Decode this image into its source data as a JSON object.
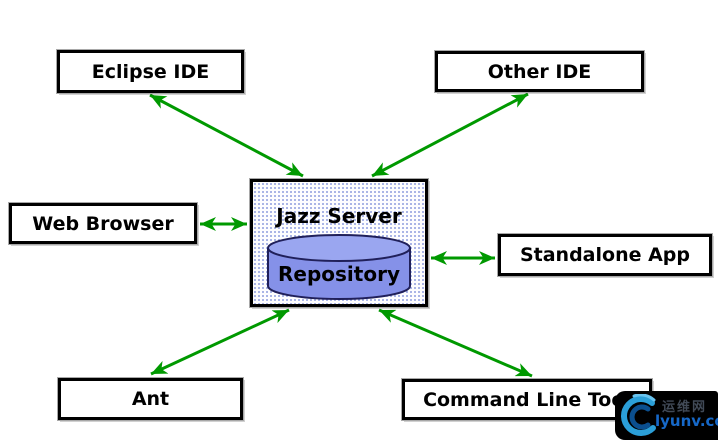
{
  "diagram": {
    "center": {
      "title": "Jazz Server",
      "repository_label": "Repository"
    },
    "nodes": {
      "eclipse_ide": {
        "label": "Eclipse IDE"
      },
      "other_ide": {
        "label": "Other IDE"
      },
      "web_browser": {
        "label": "Web Browser"
      },
      "standalone_app": {
        "label": "Standalone App"
      },
      "ant": {
        "label": "Ant"
      },
      "command_line_tool": {
        "label": "Command Line Tool"
      }
    },
    "connections": [
      {
        "from": "eclipse_ide",
        "to": "jazz_server",
        "bidirectional": true
      },
      {
        "from": "other_ide",
        "to": "jazz_server",
        "bidirectional": true
      },
      {
        "from": "web_browser",
        "to": "jazz_server",
        "bidirectional": true
      },
      {
        "from": "standalone_app",
        "to": "jazz_server",
        "bidirectional": true
      },
      {
        "from": "ant",
        "to": "jazz_server",
        "bidirectional": true
      },
      {
        "from": "command_line_tool",
        "to": "jazz_server",
        "bidirectional": true
      }
    ],
    "colors": {
      "arrow": "#009900",
      "box_border": "#000000",
      "box_background": "#ffffff",
      "server_dot_pattern": "#8f9ddd",
      "cylinder_body": "#8591e8",
      "cylinder_top": "#9aa6f0",
      "cylinder_border": "#20205a",
      "text": "#000000"
    }
  },
  "watermark": {
    "site_name": "运维网",
    "domain": "lyunv.com",
    "background": "#000000",
    "domain_color": "#1668c8",
    "logo": "blue-swirl-c"
  }
}
